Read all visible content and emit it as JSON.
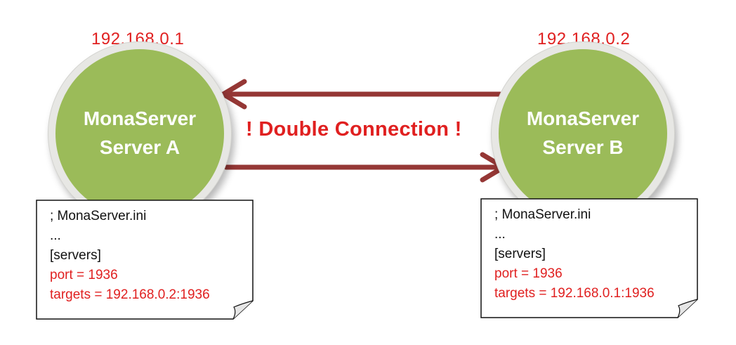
{
  "colors": {
    "node_fill": "#9bbb59",
    "node_ring": "#e7e7e4",
    "arrow": "#953735",
    "alert_red": "#e02020",
    "text_black": "#111111"
  },
  "server_a": {
    "ip": "192.168.0.1",
    "name_line1": "MonaServer",
    "name_line2": "Server A",
    "config": {
      "line1": "; MonaServer.ini",
      "line2": "...",
      "line3": "[servers]",
      "line4": "port = 1936",
      "line5": "targets = 192.168.0.2:1936"
    }
  },
  "server_b": {
    "ip": "192.168.0.2",
    "name_line1": "MonaServer",
    "name_line2": "Server B",
    "config": {
      "line1": "; MonaServer.ini",
      "line2": "...",
      "line3": "[servers]",
      "line4": "port = 1936",
      "line5": "targets = 192.168.0.1:1936"
    }
  },
  "headline": "! Double Connection !",
  "arrows": [
    {
      "from": "Server B",
      "to": "Server A"
    },
    {
      "from": "Server A",
      "to": "Server B"
    }
  ]
}
